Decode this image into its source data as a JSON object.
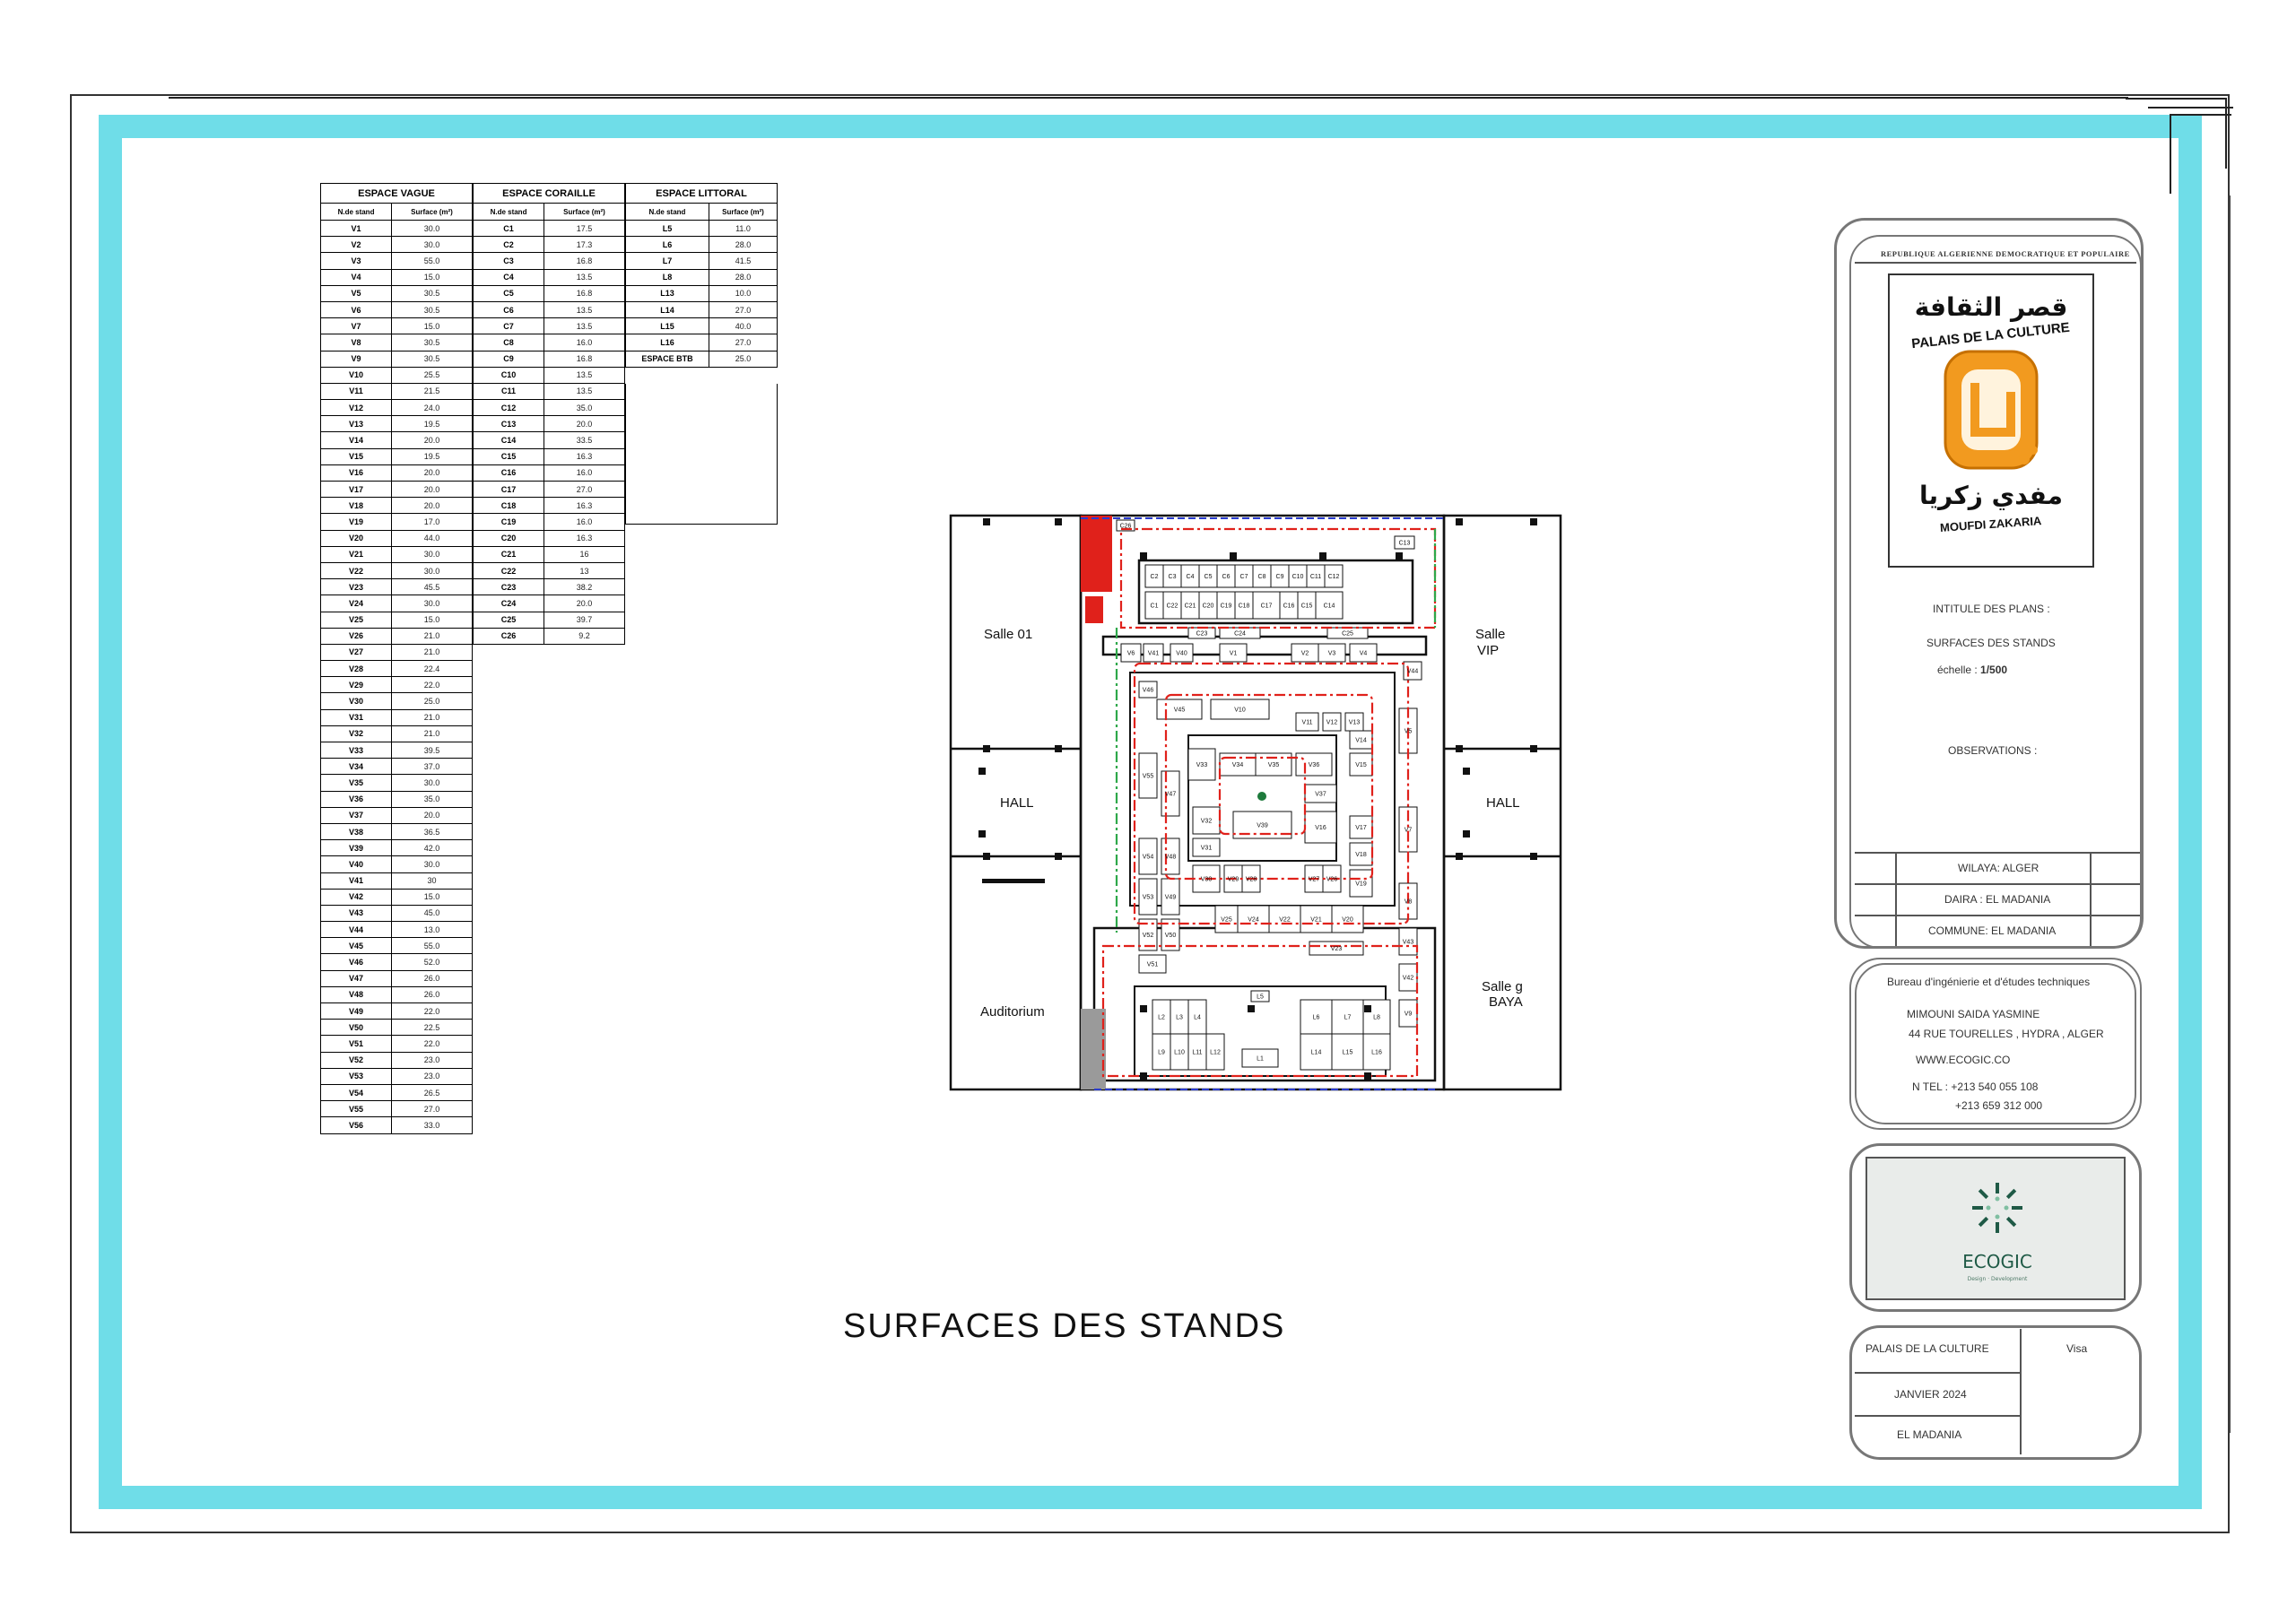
{
  "drawing_title": "SURFACES DES STANDS",
  "tables": [
    {
      "header": "ESPACE VAGUE",
      "col1": "N.de stand",
      "col2": "Surface (m²)",
      "rows": [
        [
          "V1",
          "30.0"
        ],
        [
          "V2",
          "30.0"
        ],
        [
          "V3",
          "55.0"
        ],
        [
          "V4",
          "15.0"
        ],
        [
          "V5",
          "30.5"
        ],
        [
          "V6",
          "30.5"
        ],
        [
          "V7",
          "15.0"
        ],
        [
          "V8",
          "30.5"
        ],
        [
          "V9",
          "30.5"
        ],
        [
          "V10",
          "25.5"
        ],
        [
          "V11",
          "21.5"
        ],
        [
          "V12",
          "24.0"
        ],
        [
          "V13",
          "19.5"
        ],
        [
          "V14",
          "20.0"
        ],
        [
          "V15",
          "19.5"
        ],
        [
          "V16",
          "20.0"
        ],
        [
          "V17",
          "20.0"
        ],
        [
          "V18",
          "20.0"
        ],
        [
          "V19",
          "17.0"
        ],
        [
          "V20",
          "44.0"
        ],
        [
          "V21",
          "30.0"
        ],
        [
          "V22",
          "30.0"
        ],
        [
          "V23",
          "45.5"
        ],
        [
          "V24",
          "30.0"
        ],
        [
          "V25",
          "15.0"
        ],
        [
          "V26",
          "21.0"
        ],
        [
          "V27",
          "21.0"
        ],
        [
          "V28",
          "22.4"
        ],
        [
          "V29",
          "22.0"
        ],
        [
          "V30",
          "25.0"
        ],
        [
          "V31",
          "21.0"
        ],
        [
          "V32",
          "21.0"
        ],
        [
          "V33",
          "39.5"
        ],
        [
          "V34",
          "37.0"
        ],
        [
          "V35",
          "30.0"
        ],
        [
          "V36",
          "35.0"
        ],
        [
          "V37",
          "20.0"
        ],
        [
          "V38",
          "36.5"
        ],
        [
          "V39",
          "42.0"
        ],
        [
          "V40",
          "30.0"
        ],
        [
          "V41",
          "30"
        ],
        [
          "V42",
          "15.0"
        ],
        [
          "V43",
          "45.0"
        ],
        [
          "V44",
          "13.0"
        ],
        [
          "V45",
          "55.0"
        ],
        [
          "V46",
          "52.0"
        ],
        [
          "V47",
          "26.0"
        ],
        [
          "V48",
          "26.0"
        ],
        [
          "V49",
          "22.0"
        ],
        [
          "V50",
          "22.5"
        ],
        [
          "V51",
          "22.0"
        ],
        [
          "V52",
          "23.0"
        ],
        [
          "V53",
          "23.0"
        ],
        [
          "V54",
          "26.5"
        ],
        [
          "V55",
          "27.0"
        ],
        [
          "V56",
          "33.0"
        ]
      ]
    },
    {
      "header": "ESPACE CORAILLE",
      "col1": "N.de stand",
      "col2": "Surface (m²)",
      "rows": [
        [
          "C1",
          "17.5"
        ],
        [
          "C2",
          "17.3"
        ],
        [
          "C3",
          "16.8"
        ],
        [
          "C4",
          "13.5"
        ],
        [
          "C5",
          "16.8"
        ],
        [
          "C6",
          "13.5"
        ],
        [
          "C7",
          "13.5"
        ],
        [
          "C8",
          "16.0"
        ],
        [
          "C9",
          "16.8"
        ],
        [
          "C10",
          "13.5"
        ],
        [
          "C11",
          "13.5"
        ],
        [
          "C12",
          "35.0"
        ],
        [
          "C13",
          "20.0"
        ],
        [
          "C14",
          "33.5"
        ],
        [
          "C15",
          "16.3"
        ],
        [
          "C16",
          "16.0"
        ],
        [
          "C17",
          "27.0"
        ],
        [
          "C18",
          "16.3"
        ],
        [
          "C19",
          "16.0"
        ],
        [
          "C20",
          "16.3"
        ],
        [
          "C21",
          "16"
        ],
        [
          "C22",
          "13"
        ],
        [
          "C23",
          "38.2"
        ],
        [
          "C24",
          "20.0"
        ],
        [
          "C25",
          "39.7"
        ],
        [
          "C26",
          "9.2"
        ]
      ]
    },
    {
      "header": "ESPACE LITTORAL",
      "col1": "N.de stand",
      "col2": "Surface (m²)",
      "rows": [
        [
          "L5",
          "11.0"
        ],
        [
          "L6",
          "28.0"
        ],
        [
          "L7",
          "41.5"
        ],
        [
          "L8",
          "28.0"
        ],
        [
          "L13",
          "10.0"
        ],
        [
          "L14",
          "27.0"
        ],
        [
          "L15",
          "40.0"
        ],
        [
          "L16",
          "27.0"
        ],
        [
          "ESPACE BTB",
          "25.0"
        ]
      ]
    }
  ],
  "plan": {
    "rooms": {
      "salle01": "Salle  01",
      "hall_left": "HALL",
      "auditorium": "Auditorium",
      "salle_vip_1": "Salle",
      "salle_vip_2": "VIP",
      "hall_right": "HALL",
      "salle_baya_1": "Salle g",
      "salle_baya_2": "BAYA"
    },
    "coral_row_top": [
      "C2",
      "C3",
      "C4",
      "C5",
      "C6",
      "C7",
      "C8",
      "C9",
      "C10",
      "C11",
      "C12"
    ],
    "coral_row_bottom": [
      "C1",
      "C22",
      "C21",
      "C20",
      "C19",
      "C18",
      "C17",
      "C16",
      "C15",
      "C14"
    ],
    "coral_misc": [
      "C26",
      "C13",
      "C23",
      "C24",
      "C25"
    ],
    "vague_labels": [
      "V6",
      "V41",
      "V40",
      "V1",
      "V2",
      "V3",
      "V4",
      "V44",
      "V46",
      "V45",
      "V10",
      "V11",
      "V12",
      "V13",
      "V5",
      "V55",
      "V47",
      "V33",
      "V34",
      "V35",
      "V36",
      "V14",
      "V37",
      "V15",
      "V32",
      "V39",
      "V16",
      "V17",
      "V31",
      "V7",
      "V54",
      "V48",
      "V18",
      "V53",
      "V49",
      "V30",
      "V29",
      "V28",
      "V27",
      "V26",
      "V19",
      "V52",
      "V50",
      "V8",
      "V51",
      "V25",
      "V24",
      "V22",
      "V21",
      "V20",
      "V23",
      "V43",
      "V42",
      "V9"
    ],
    "littoral_top": [
      "L2",
      "L3",
      "L4",
      "L5",
      "L6",
      "L7",
      "L8"
    ],
    "littoral_bottom": [
      "L9",
      "L10",
      "L11",
      "L12",
      "L1",
      "L14",
      "L15",
      "L16"
    ]
  },
  "title_block": {
    "republic": "REPUBLIQUE ALGERIENNE DEMOCRATIQUE ET POPULAIRE",
    "logo_arabic_top": "قصر الثقافة",
    "logo_text": "PALAIS DE LA CULTURE",
    "logo_arabic_bottom": "مفدي زكريا",
    "logo_sub": "MOUFDI ZAKARIA",
    "intitule": "INTITULE DES PLANS :",
    "surfaces": "SURFACES DES STANDS",
    "echelle_label": "échelle :",
    "echelle_value": "1/500",
    "observations": "OBSERVATIONS  :",
    "wilaya": "WILAYA: ALGER",
    "daira": "DAIRA : EL MADANIA",
    "commune": "COMMUNE: EL MADANIA",
    "bureau": "Bureau d'ingénierie et d'études techniques",
    "name": "MIMOUNI SAIDA YASMINE",
    "address": "44 RUE TOURELLES , HYDRA , ALGER",
    "website": "WWW.ECOGIC.CO",
    "tel1": "N TEL : +213 540 055 108",
    "tel2": "+213 659 312 000",
    "ecogic": "ECOGIC",
    "ecogic_tagline": "Design · Development",
    "project": "PALAIS DE LA CULTURE",
    "visa": "Visa",
    "date": "JANVIER 2024",
    "place": "EL MADANIA"
  },
  "colors": {
    "frame_cyan": "#6fdde8",
    "route_red": "#e0211b",
    "route_green": "#2ea84a",
    "route_blue": "#2a3ccf",
    "logo_orange": "#f29a1f"
  }
}
